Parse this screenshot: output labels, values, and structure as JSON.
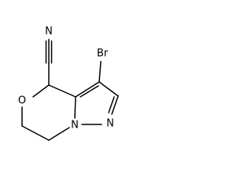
{
  "molecule": {
    "atoms": {
      "nitrile_n": "N",
      "bromine": "Br",
      "ring_o": "O",
      "ring_n_bridge": "N",
      "ring_n_pyrazole": "N"
    }
  }
}
